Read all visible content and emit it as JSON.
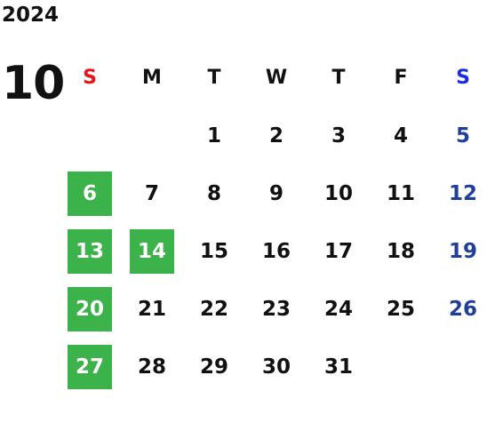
{
  "calendar": {
    "year": "2024",
    "month": "10",
    "weekdays": [
      {
        "label": "S",
        "color": "#e8141a"
      },
      {
        "label": "M",
        "color": "#111111"
      },
      {
        "label": "T",
        "color": "#111111"
      },
      {
        "label": "W",
        "color": "#111111"
      },
      {
        "label": "T",
        "color": "#111111"
      },
      {
        "label": "F",
        "color": "#111111"
      },
      {
        "label": "S",
        "color": "#1a2ee0"
      }
    ],
    "weeks": [
      [
        "",
        "",
        "1",
        "2",
        "3",
        "4",
        "5"
      ],
      [
        "6",
        "7",
        "8",
        "9",
        "10",
        "11",
        "12"
      ],
      [
        "13",
        "14",
        "15",
        "16",
        "17",
        "18",
        "19"
      ],
      [
        "20",
        "21",
        "22",
        "23",
        "24",
        "25",
        "26"
      ],
      [
        "27",
        "28",
        "29",
        "30",
        "31",
        "",
        ""
      ]
    ],
    "highlighted_days": [
      "6",
      "13",
      "14",
      "20",
      "27"
    ],
    "colors": {
      "highlight_bg": "#3cb34a",
      "highlight_text": "#ffffff",
      "saturday_text": "#1f3f9a",
      "default_text": "#111111"
    }
  }
}
